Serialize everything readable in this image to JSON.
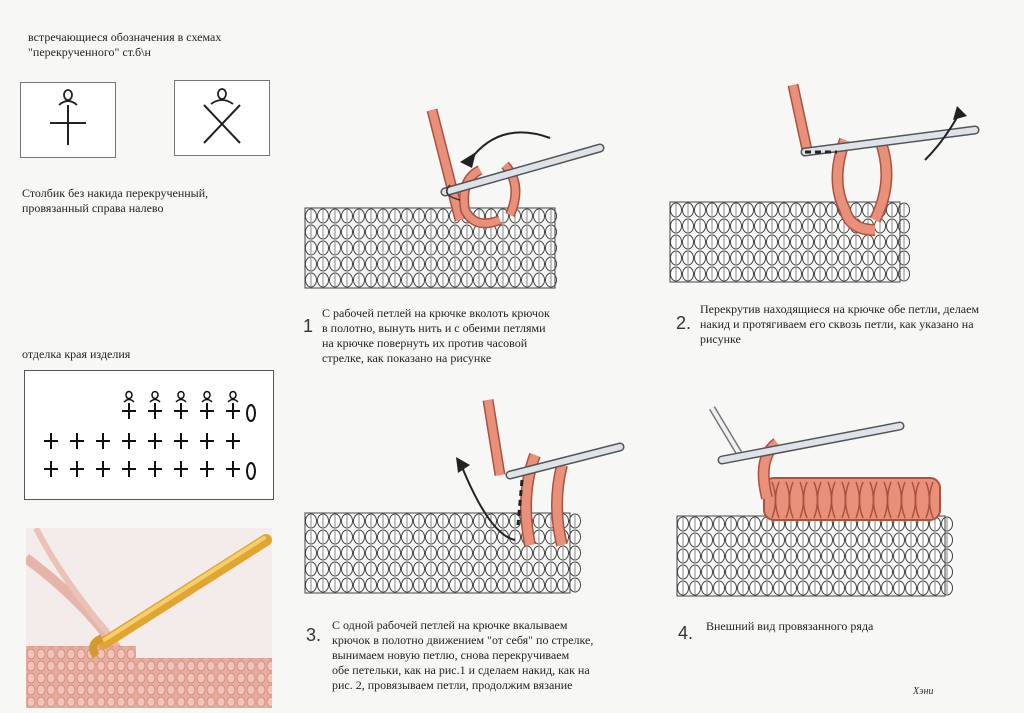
{
  "legend": {
    "title_lines": [
      "встречающиеся обозначения в схемах",
      "\"перекрученного\" ст.б\\н"
    ],
    "description_lines": [
      "Столбик без накида перекрученный,",
      "провязанный справа налево"
    ]
  },
  "edging": {
    "title": "отделка края изделия",
    "symbol_rows": [
      {
        "pluses": 5,
        "end_loop": true,
        "top_loops": true
      },
      {
        "pluses": 8,
        "end_loop": false,
        "top_loops": false
      },
      {
        "pluses": 8,
        "end_loop": true,
        "top_loops": false
      }
    ]
  },
  "steps": [
    {
      "number": "1",
      "lines": [
        "С рабочей петлей на крючке вколоть крючок",
        "в полотно, вынуть нить и с обеими петлями",
        "на крючке повернуть их против часовой",
        "стрелке, как показано на рисунке"
      ]
    },
    {
      "number": "2.",
      "lines": [
        "Перекрутив находящиеся на крючке обе петли, делаем",
        "накид и протягиваем его сквозь петли, как указано на",
        "рисунке"
      ]
    },
    {
      "number": "3.",
      "lines": [
        "С одной рабочей петлей на крючке вкалываем",
        "крючок в полотно движением \"от себя\" по стрелке,",
        "вынимаем новую петлю, снова перекручиваем",
        "обе петельки, как на рис.1 и сделаем накид, как на",
        "рис. 2, провязываем петли,   продолжим вязание"
      ]
    },
    {
      "number": "4.",
      "lines": [
        "Внешний  вид провязанного ряда"
      ]
    }
  ],
  "signature": "Хэни",
  "colors": {
    "yarn": "#e8907a",
    "yarn_dark": "#b85a48",
    "hook": "#d8dee4",
    "photo_yarn": "#eab3a8",
    "photo_hook": "#e9b13a"
  }
}
